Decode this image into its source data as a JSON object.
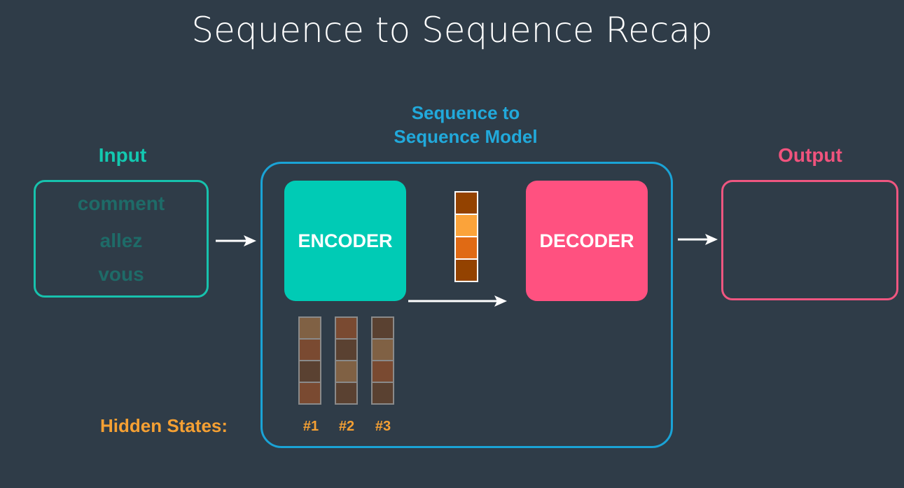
{
  "title": "Sequence to Sequence Recap",
  "model": {
    "title_line1": "Sequence to",
    "title_line2": "Sequence Model"
  },
  "input": {
    "label": "Input",
    "words": [
      "comment",
      "allez",
      "vous"
    ]
  },
  "output": {
    "label": "Output"
  },
  "encoder": {
    "label": "ENCODER"
  },
  "decoder": {
    "label": "DECODER"
  },
  "hidden_states": {
    "label": "Hidden States:",
    "numbers": [
      "#1",
      "#2",
      "#3"
    ]
  },
  "colors": {
    "background": "#2f3c48",
    "input_teal": "#17c2ad",
    "model_blue": "#1aa3d6",
    "output_pink": "#ef5680",
    "hidden_orange": "#f5a033",
    "context_cells": [
      "#934200",
      "#fba33a",
      "#e06a14",
      "#934200"
    ],
    "hidden_cells": [
      [
        "#806144",
        "#7a4a31",
        "#5a4131",
        "#7a4a31"
      ],
      [
        "#7a4a31",
        "#5a4131",
        "#806144",
        "#5a4131"
      ],
      [
        "#5a4131",
        "#806144",
        "#7a4a31",
        "#5a4131"
      ]
    ]
  }
}
